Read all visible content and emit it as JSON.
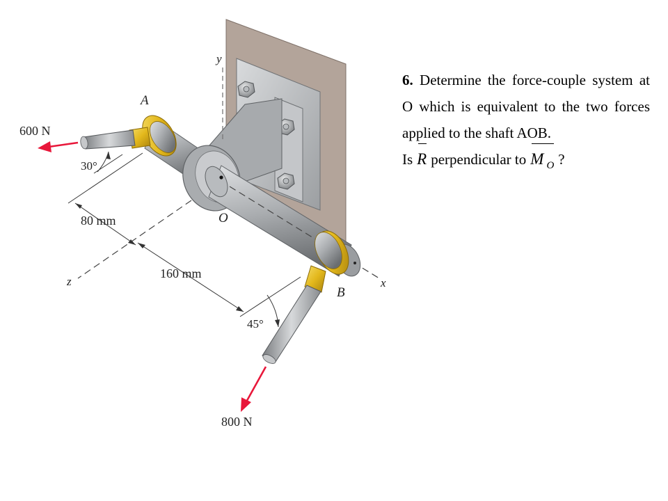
{
  "problem": {
    "number": "6.",
    "statement": "Determine the force-couple system at O which is equivalent to the two forces applied to the shaft AOB.",
    "question_prefix": "Is",
    "vector_r": "R",
    "question_mid": "perpendicular to",
    "vector_m": "M",
    "vector_m_sub": "O",
    "question_suffix": "?"
  },
  "diagram": {
    "axis_y": "y",
    "axis_z": "z",
    "axis_x": "x",
    "point_a": "A",
    "point_o": "O",
    "point_b": "B",
    "force_a": "600 N",
    "angle_a": "30°",
    "dim_1": "80 mm",
    "dim_2": "160 mm",
    "angle_b": "45°",
    "force_b": "800 N"
  },
  "colors": {
    "force_arrow": "#e8173a",
    "wall": "#b3a49a",
    "collar": "#e3b81c",
    "steel": "#a9acaf"
  }
}
